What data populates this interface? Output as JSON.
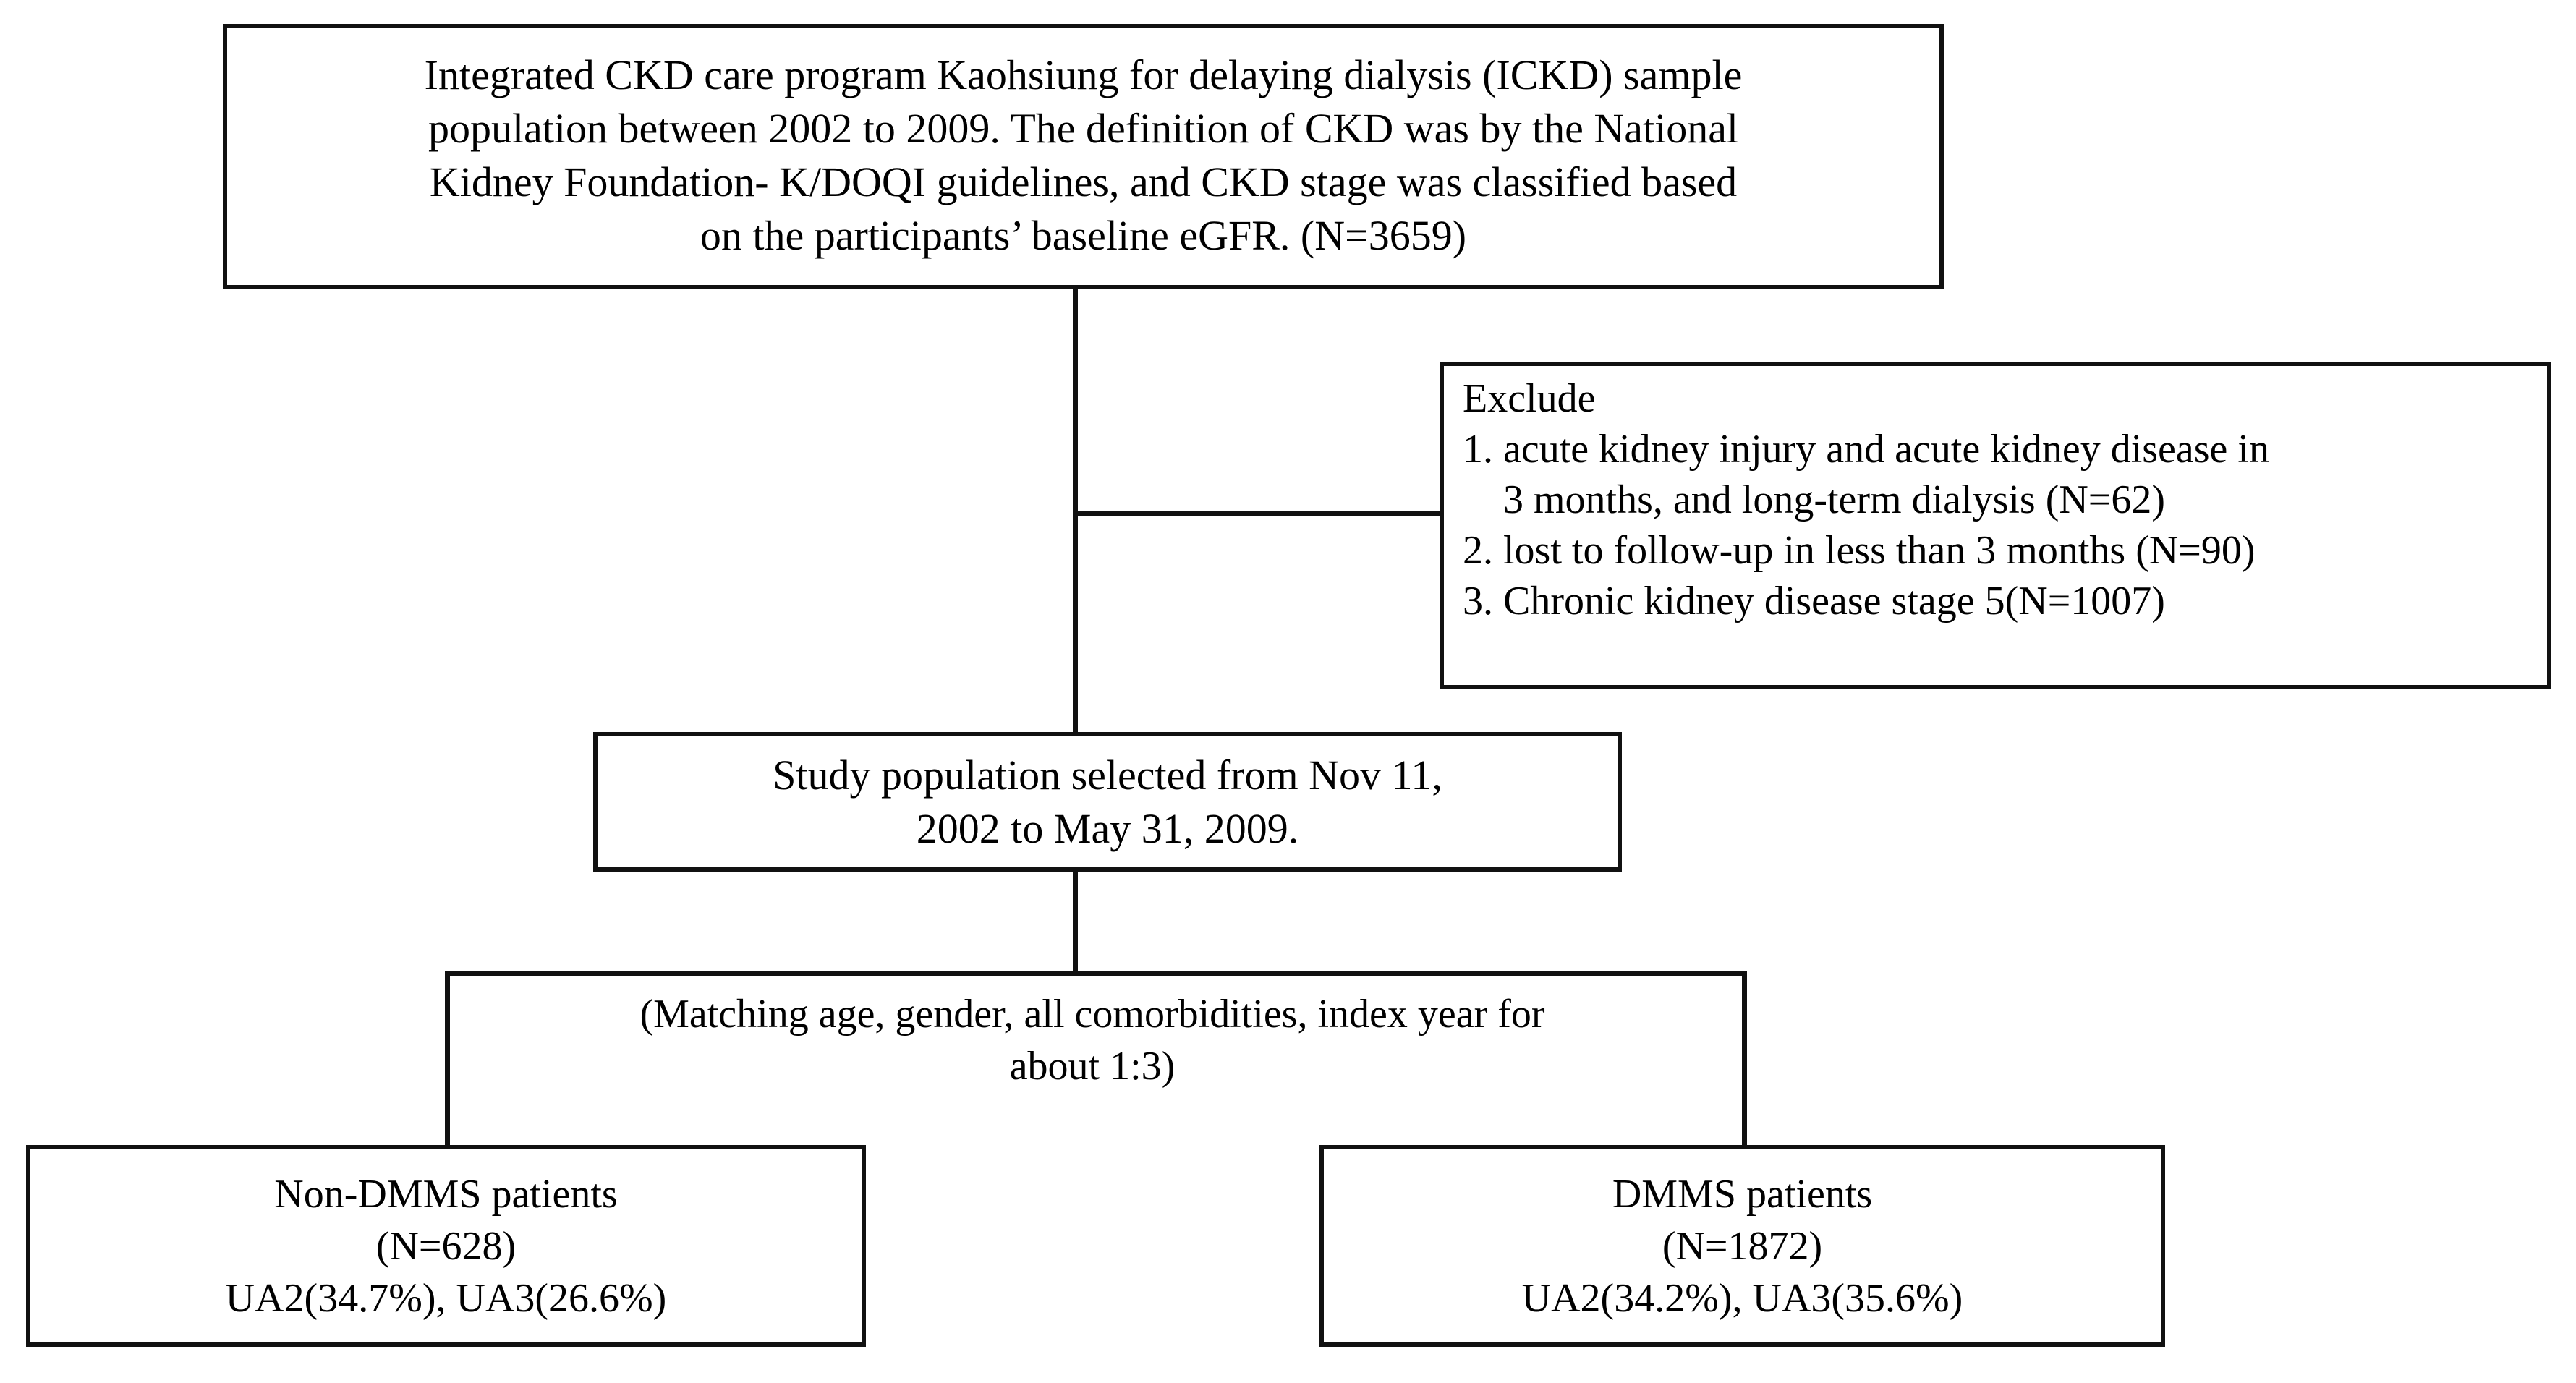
{
  "diagram": {
    "title": "Study population selection flow diagram",
    "line_color": "#111111",
    "background_color": "#ffffff"
  },
  "nodes": {
    "source": {
      "name": "source-population-box",
      "lines": [
        "Integrated CKD care program Kaohsiung for delaying dialysis (ICKD) sample",
        "population between 2002 to 2009. The definition of CKD was by the National",
        "Kidney Foundation- K/DOQI guidelines, and CKD stage was classified based",
        "on the participants’ baseline eGFR. (N=3659)"
      ],
      "count_label": "(N=3659)",
      "count": 3659
    },
    "exclude": {
      "name": "exclusion-criteria-box",
      "heading": "Exclude",
      "items": [
        {
          "number": "1.",
          "text": "acute kidney injury and acute kidney disease in",
          "continuation": "3 months, and long-term dialysis (N=62)",
          "count_label": "(N=62)",
          "count": 62
        },
        {
          "number": "2.",
          "text": "lost to follow-up in less than 3 months (N=90)",
          "continuation": "",
          "count_label": "(N=90)",
          "count": 90
        },
        {
          "number": "3.",
          "text": "Chronic kidney disease stage 5(N=1007)",
          "continuation": "",
          "count_label": "(N=1007)",
          "count": 1007
        }
      ]
    },
    "study": {
      "name": "study-population-box",
      "lines": [
        "Study population selected from Nov 11,",
        "2002 to May 31, 2009."
      ],
      "start_date": "Nov 11, 2002",
      "end_date": "May 31, 2009"
    },
    "matching": {
      "name": "matching-criteria-label",
      "lines": [
        "(Matching age, gender, all comorbidities,",
        "index year for about 1:3)"
      ],
      "ratio": "1:3"
    },
    "non_dmms": {
      "name": "non-dmms-group-box",
      "lines": [
        "Non-DMMS patients",
        "(N=628)",
        "UA2(34.7%), UA3(26.6%)"
      ],
      "group": "Non-DMMS patients",
      "count_label": "(N=628)",
      "count": 628,
      "ua2_percent": "34.7%",
      "ua3_percent": "26.6%"
    },
    "dmms": {
      "name": "dmms-group-box",
      "lines": [
        "DMMS patients",
        "(N=1872)",
        "UA2(34.2%), UA3(35.6%)"
      ],
      "group": "DMMS patients",
      "count_label": "(N=1872)",
      "count": 1872,
      "ua2_percent": "34.2%",
      "ua3_percent": "35.6%"
    }
  }
}
